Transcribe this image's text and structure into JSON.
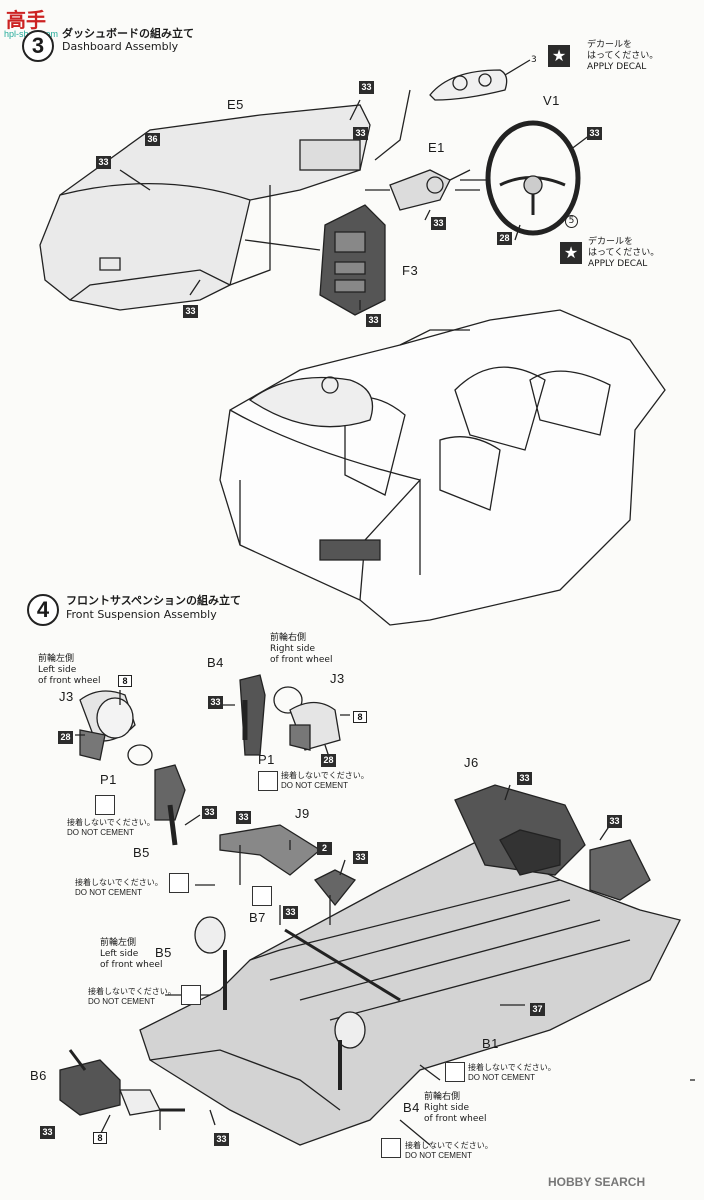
{
  "header": {
    "logo_text": "高手",
    "site": "hpl-shop.com"
  },
  "step3": {
    "number": "3",
    "title_jp": "ダッシュボードの組み立て",
    "title_en": "Dashboard Assembly",
    "parts": {
      "e5": "E5",
      "e1": "E1",
      "f3": "F3",
      "v1": "V1"
    },
    "chips": {
      "c33_a": "33",
      "c33_b": "33",
      "c36": "36",
      "c33_c": "33",
      "c33_d": "33",
      "c33_e": "33",
      "c33_f": "33",
      "c33_g": "33",
      "c28": "28",
      "c3": "3",
      "c5": "5"
    },
    "decal1": {
      "jp1": "デカールを",
      "jp2": "はってください。",
      "en": "APPLY DECAL"
    },
    "decal2": {
      "jp1": "デカールを",
      "jp2": "はってください。",
      "en": "APPLY DECAL"
    }
  },
  "step4": {
    "number": "4",
    "title_jp": "フロントサスペンションの組み立て",
    "title_en": "Front Suspension Assembly",
    "left_top": {
      "jp": "前輪左側",
      "en1": "Left side",
      "en2": "of front wheel"
    },
    "right_top": {
      "jp": "前輪右側",
      "en1": "Right side",
      "en2": "of front wheel"
    },
    "left_mid": {
      "jp": "前輪左側",
      "en1": "Left side",
      "en2": "of front wheel"
    },
    "right_bottom": {
      "jp": "前輪右側",
      "en1": "Right side",
      "en2": "of front wheel"
    },
    "parts": {
      "j3_l": "J3",
      "p1_l": "P1",
      "b5_l": "B5",
      "b4_r": "B4",
      "j3_r": "J3",
      "p1_r": "P1",
      "j9": "J9",
      "j6": "J6",
      "b7": "B7",
      "b5_m": "B5",
      "b1": "B1",
      "b6": "B6",
      "b4_b": "B4"
    },
    "chips": {
      "c8_a": "8",
      "c28_a": "28",
      "c33_a": "33",
      "c33_b": "33",
      "c8_b": "8",
      "c28_b": "28",
      "c33_c": "33",
      "c2": "2",
      "c33_d": "33",
      "c33_e": "33",
      "c33_f": "33",
      "c33_g": "33",
      "c37": "37",
      "c33_h": "33",
      "c8_c": "8",
      "c33_i": "33"
    },
    "no_cement": {
      "jp": "接着しないでください。",
      "en": "DO NOT CEMENT"
    }
  },
  "footer": {
    "brand": "HOBBY SEARCH"
  }
}
